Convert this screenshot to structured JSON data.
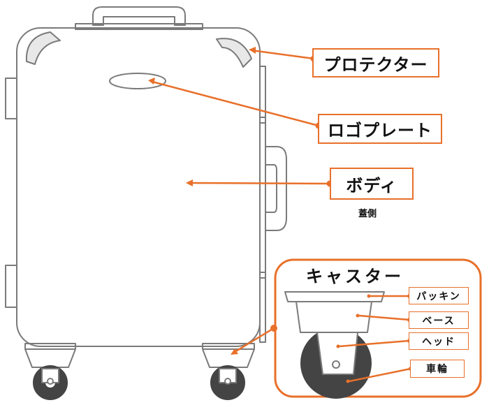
{
  "labels": {
    "protector": "プロテクター",
    "logo_plate": "ロゴプレート",
    "body": "ボディ",
    "body_sub": "蓋側",
    "caster_title": "キャスター",
    "packing": "パッキン",
    "base": "ベース",
    "head": "ヘッド",
    "wheel": "車輪"
  },
  "colors": {
    "accent": "#e8702a",
    "outline": "#7a7a7a",
    "wheel": "#444444"
  }
}
